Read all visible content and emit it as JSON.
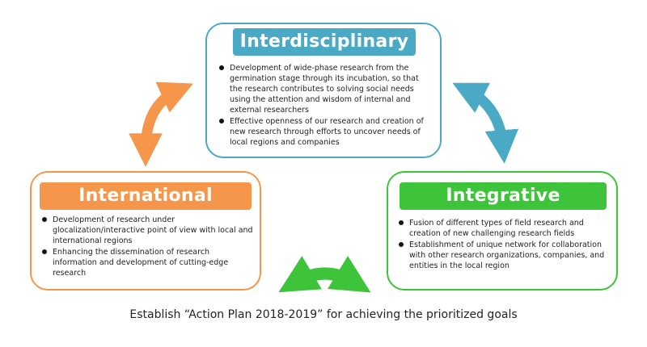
{
  "colors": {
    "interdisciplinary": "#4aaac6",
    "international": "#f5964a",
    "integrative": "#3ec43a"
  },
  "interdisciplinary": {
    "title": "Interdisciplinary",
    "bullets": [
      "Development of wide-phase research from the germination stage through its incubation, so that the research contributes to solving social needs using the attention and wisdom of internal and external researchers",
      "Effective openness of our research and creation of new research through efforts to uncover needs of local regions and companies"
    ]
  },
  "international": {
    "title": "International",
    "bullets": [
      "Development of research under glocalization/interactive point of view with local and international regions",
      "Enhancing the dissemination of research information and development of cutting-edge research"
    ]
  },
  "integrative": {
    "title": "Integrative",
    "bullets": [
      "Fusion of different types of field research and creation of new challenging research fields",
      "Establishment of unique network for collaboration with other research organizations, companies, and entities in the local region"
    ]
  },
  "footer": "Establish “Action Plan 2018-2019” for achieving the prioritized goals"
}
